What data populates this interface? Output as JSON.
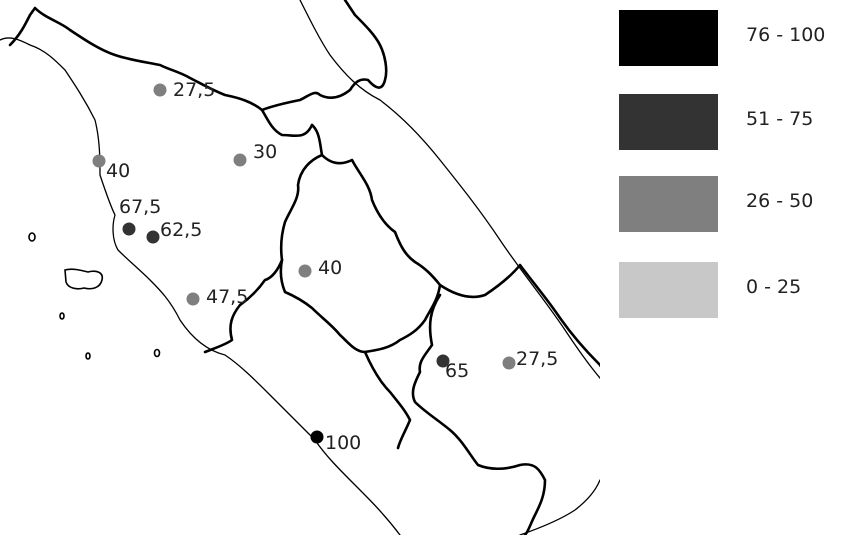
{
  "legend": {
    "classes": [
      {
        "label": "76 - 100",
        "color": "#000000"
      },
      {
        "label": "51 - 75",
        "color": "#333333"
      },
      {
        "label": "26 - 50",
        "color": "#7f7f7f"
      },
      {
        "label": "0 - 25",
        "color": "#c8c8c8"
      }
    ]
  },
  "points": [
    {
      "label": "27,5",
      "value": 27.5,
      "color": "#7f7f7f"
    },
    {
      "label": "30",
      "value": 30,
      "color": "#7f7f7f"
    },
    {
      "label": "40",
      "value": 40,
      "color": "#7f7f7f"
    },
    {
      "label": "67,5",
      "value": 67.5,
      "color": "#333333"
    },
    {
      "label": "62,5",
      "value": 62.5,
      "color": "#333333"
    },
    {
      "label": "47,5",
      "value": 47.5,
      "color": "#7f7f7f"
    },
    {
      "label": "40",
      "value": 40,
      "color": "#7f7f7f"
    },
    {
      "label": "65",
      "value": 65,
      "color": "#333333"
    },
    {
      "label": "27,5",
      "value": 27.5,
      "color": "#7f7f7f"
    },
    {
      "label": "100",
      "value": 100,
      "color": "#000000"
    }
  ]
}
